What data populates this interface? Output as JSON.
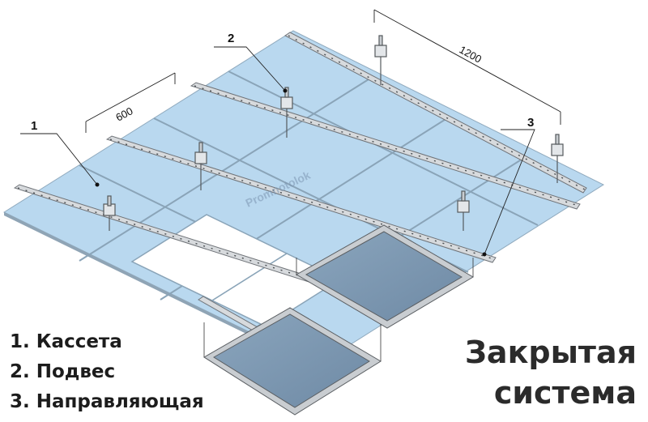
{
  "callouts": [
    {
      "number": "1"
    },
    {
      "number": "2"
    },
    {
      "number": "3"
    }
  ],
  "dimensions": {
    "small": "600",
    "large": "1200"
  },
  "legend": [
    "1. Кассета",
    "2. Подвес",
    "3. Направляющая"
  ],
  "title": {
    "line1": "Закрытая",
    "line2": "система"
  },
  "watermark": "Promпotolok",
  "colors": {
    "panel": "#b9d8ef",
    "panel_edge": "#8fa9bd",
    "rail": "#d5d8db",
    "rail_edge": "#6f7378",
    "tray_fill": "#7f9ab4",
    "tray_rim": "#c9cdd1"
  }
}
